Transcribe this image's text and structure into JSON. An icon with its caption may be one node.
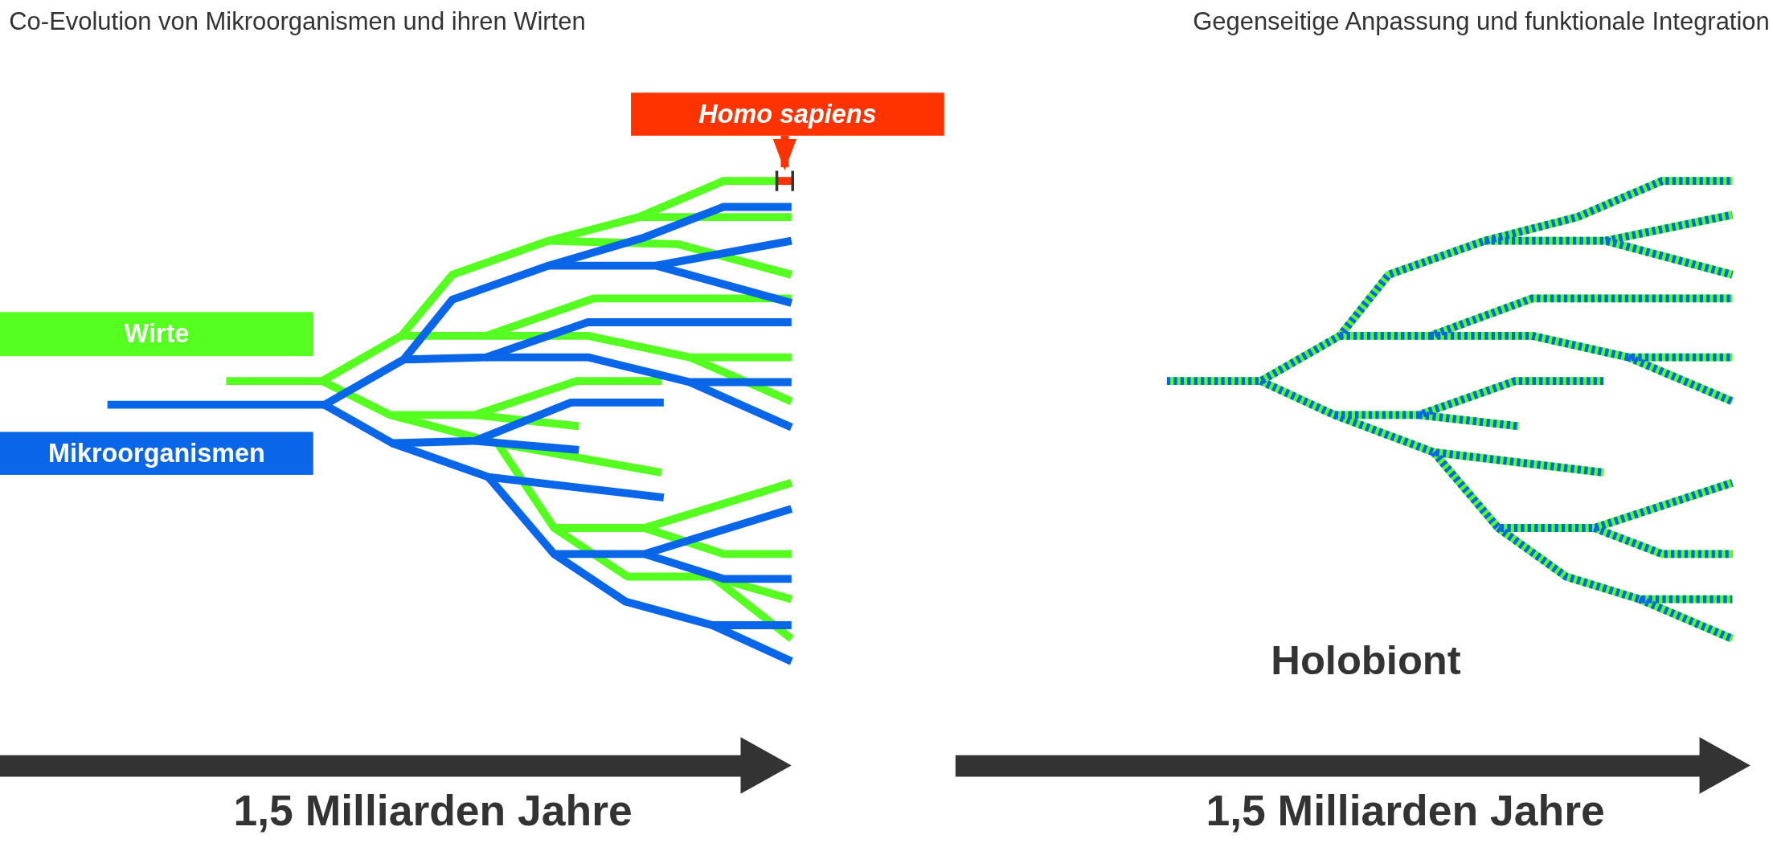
{
  "diagram": {
    "nodes": [
      {
        "text": [
          "Homo sapiens"
        ]
      },
      {
        "text": [],
        "shape": "bar"
      },
      {
        "text": [
          "Wirte"
        ]
      },
      {
        "text": [
          "Mikroorganismen"
        ]
      }
    ],
    "edges": [
      {
        "from": 0,
        "to": 1,
        "arrow": "to"
      }
    ],
    "labels": [
      "Co-Evolution von Mikroorganismen und ihren Wirten",
      "Gegenseitige Anpassung und funktionale Integration",
      "Holobiont",
      "1,5 Milliarden Jahre",
      "1,5 Milliarden Jahre"
    ]
  }
}
